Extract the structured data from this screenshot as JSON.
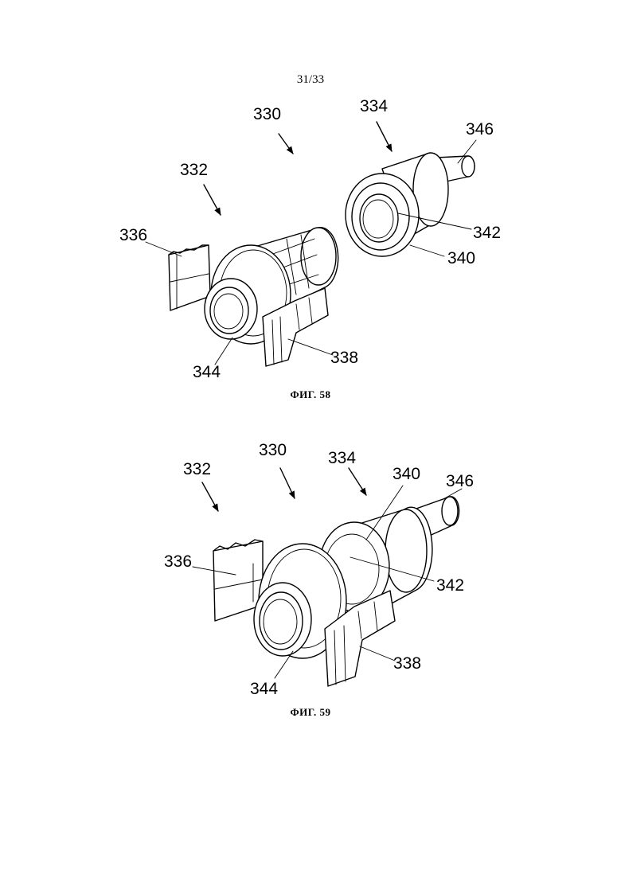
{
  "page": {
    "number": "31/33"
  },
  "figures": [
    {
      "caption": "ФИГ. 58",
      "refs": {
        "r330": "330",
        "r332": "332",
        "r334": "334",
        "r336": "336",
        "r338": "338",
        "r340": "340",
        "r342": "342",
        "r344": "344",
        "r346": "346"
      }
    },
    {
      "caption": "ФИГ. 59",
      "refs": {
        "r330": "330",
        "r332": "332",
        "r334": "334",
        "r336": "336",
        "r338": "338",
        "r340": "340",
        "r342": "342",
        "r344": "344",
        "r346": "346"
      }
    }
  ]
}
